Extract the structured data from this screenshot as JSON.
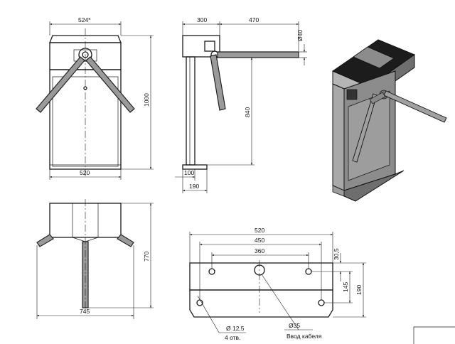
{
  "front_view": {
    "width_top": "524*",
    "width_base": "520",
    "height": "1000"
  },
  "side_view": {
    "depth": "300",
    "arm_length": "470",
    "arm_diameter": "Ø40",
    "axis_height": "840",
    "base_offset": "100",
    "base_depth": "190"
  },
  "top_view": {
    "width": "745",
    "height": "770"
  },
  "base_plate": {
    "width": "520",
    "hole_spacing_outer": "450",
    "hole_spacing_inner": "360",
    "hole_offset": "30,5",
    "hole_spacing_depth": "145",
    "depth": "190",
    "hole_diameter": "Ø 12,5",
    "hole_count": "4 отв.",
    "cable_hole_diameter": "Ø35",
    "cable_entry": "Ввод кабеля"
  },
  "colors": {
    "line": "#1a1a1a",
    "body_shade": "#8c8c8c",
    "top_dark": "#1c1c1c",
    "arm_fill": "#9a9a9a"
  }
}
